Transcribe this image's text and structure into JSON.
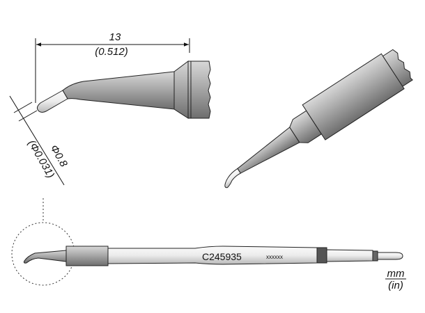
{
  "dimensions": {
    "length_mm": "13",
    "length_in": "(0.512)",
    "diameter_mm": "Φ0.8",
    "diameter_in": "(Φ0.031)"
  },
  "tip_label": {
    "part_number": "C245935",
    "batch_code": "xxxxxx"
  },
  "units": {
    "primary": "mm",
    "secondary": "(in)"
  },
  "colors": {
    "body_gray": "#9a9a9a",
    "tip_plating": "#f2f2f2",
    "dark_band": "#555555"
  }
}
